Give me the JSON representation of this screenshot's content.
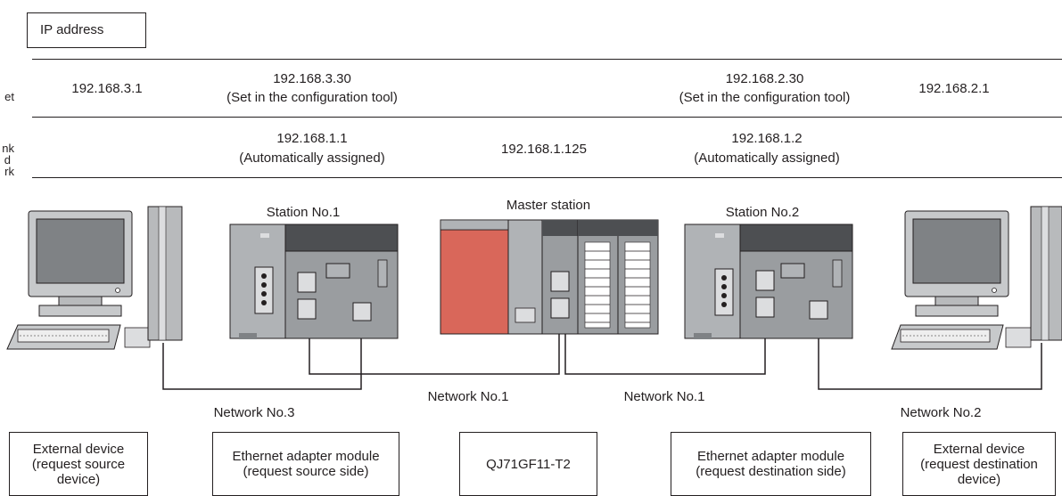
{
  "header": {
    "ip_address_label": "IP address"
  },
  "rows": {
    "row1": {
      "side_label": "et",
      "ext_src_ip": "192.168.3.1",
      "adapter_src_ip": "192.168.3.30",
      "adapter_src_note": "(Set in the configuration tool)",
      "adapter_dst_ip": "192.168.2.30",
      "adapter_dst_note": "(Set in the configuration tool)",
      "ext_dst_ip": "192.168.2.1"
    },
    "row2": {
      "side_label_1": "nk",
      "side_label_2": "d",
      "side_label_3": "rk",
      "adapter_src_ip": "192.168.1.1",
      "adapter_src_note": "(Automatically assigned)",
      "master_ip": "192.168.1.125",
      "adapter_dst_ip": "192.168.1.2",
      "adapter_dst_note": "(Automatically assigned)"
    }
  },
  "stations": {
    "station1": "Station No.1",
    "master": "Master station",
    "station2": "Station No.2"
  },
  "networks": {
    "net3": "Network No.3",
    "net1_left": "Network No.1",
    "net1_right": "Network No.1",
    "net2": "Network No.2"
  },
  "bottom_labels": {
    "ext_src": [
      "External device",
      "(request source",
      "device)"
    ],
    "adapter_src": [
      "Ethernet adapter module",
      "(request source side)"
    ],
    "master": [
      "QJ71GF11-T2"
    ],
    "adapter_dst": [
      "Ethernet adapter module",
      "(request destination side)"
    ],
    "ext_dst": [
      "External device",
      "(request destination",
      "device)"
    ]
  },
  "colors": {
    "line": "#231f20",
    "module_gray": "#9a9da0",
    "module_dark": "#4d4f52",
    "power_red": "#d9675a",
    "monitor_gray": "#b8babc",
    "screen_gray": "#7f8285"
  }
}
